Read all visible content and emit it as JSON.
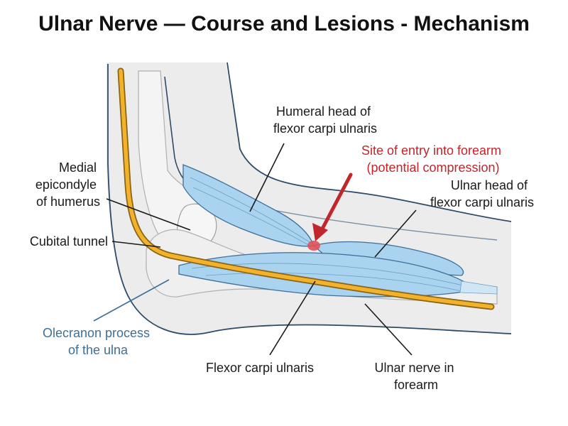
{
  "title": "Ulnar Nerve — Course and Lesions - Mechanism",
  "labels": {
    "humeral_head": [
      "Humeral head of",
      "flexor carpi ulnaris"
    ],
    "site_of_entry": [
      "Site of entry into forearm",
      "(potential compression)"
    ],
    "ulnar_head": [
      "Ulnar head of",
      "flexor carpi ulnaris"
    ],
    "medial_epicondyle": [
      "Medial",
      "epicondyle",
      "of humerus"
    ],
    "cubital_tunnel": "Cubital tunnel",
    "olecranon": [
      "Olecranon process",
      "of the ulna"
    ],
    "fcu": "Flexor carpi ulnaris",
    "ulnar_nerve_forearm": [
      "Ulnar nerve in",
      "forearm"
    ]
  },
  "colors": {
    "skin_fill": "#ececec",
    "skin_outline": "#2f4a66",
    "bone_fill": "#f4f4f4",
    "bone_outline": "#b0b0b0",
    "muscle_fill": "#a9d3ee",
    "muscle_outline": "#3d6f9a",
    "nerve_fill": "#f2b22c",
    "nerve_outline": "#8a6412",
    "highlight_red": "#c0262c",
    "olecranon_blue": "#3f6f95"
  },
  "icons": {
    "compression_arrow": "red-arrow-icon"
  }
}
